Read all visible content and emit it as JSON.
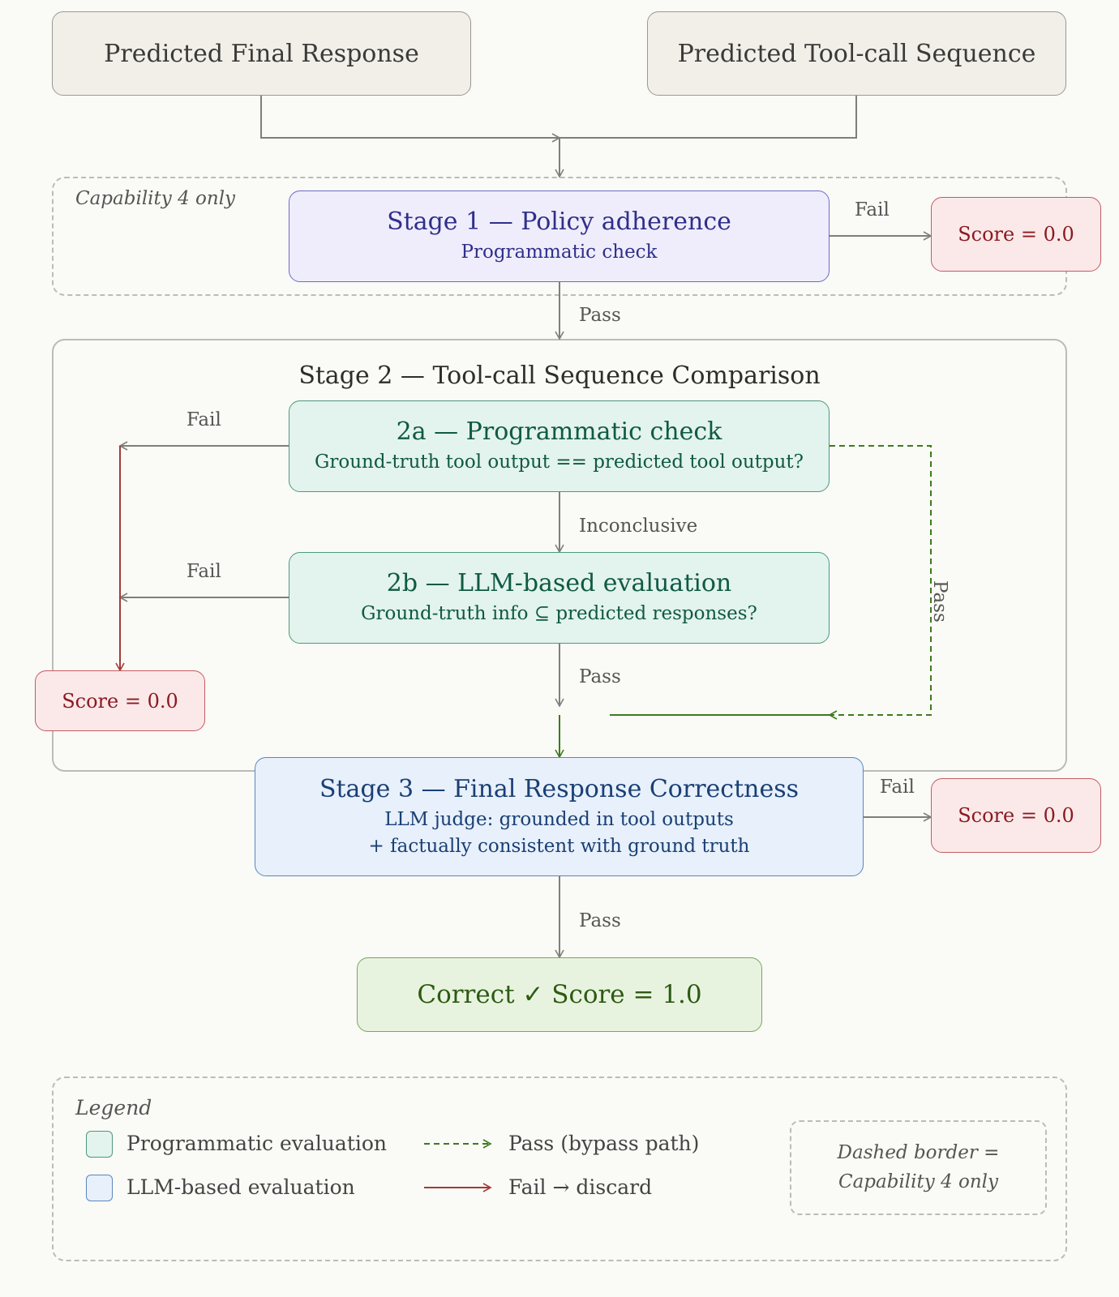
{
  "inputs": {
    "final_response": "Predicted Final Response",
    "tool_sequence": "Predicted Tool-call Sequence"
  },
  "stage1": {
    "container_note": "Capability 4 only",
    "title": "Stage 1 — Policy adherence",
    "subtitle": "Programmatic check",
    "fail_label": "Fail",
    "fail_score": "Score = 0.0",
    "pass_label": "Pass"
  },
  "stage2": {
    "title": "Stage 2 — Tool-call Sequence Comparison",
    "a_title": "2a — Programmatic check",
    "a_subtitle": "Ground-truth tool output == predicted tool output?",
    "a_fail_label": "Fail",
    "inconclusive_label": "Inconclusive",
    "bypass_label": "Pass",
    "b_title": "2b — LLM-based evaluation",
    "b_subtitle": "Ground-truth info ⊆ predicted responses?",
    "b_fail_label": "Fail",
    "b_pass_label": "Pass",
    "fail_score": "Score = 0.0"
  },
  "stage3": {
    "title": "Stage 3 — Final Response Correctness",
    "line1": "LLM judge: grounded in tool outputs",
    "line2": "+ factually consistent with ground truth",
    "fail_label": "Fail",
    "fail_score": "Score = 0.0",
    "pass_label": "Pass"
  },
  "result": {
    "label": "Correct ✓ Score = 1.0"
  },
  "legend": {
    "title": "Legend",
    "programmatic": "Programmatic evaluation",
    "llm": "LLM-based evaluation",
    "pass_bypass": "Pass (bypass path)",
    "fail_discard": "Fail → discard",
    "dashed_note_line1": "Dashed border =",
    "dashed_note_line2": "Capability 4 only"
  },
  "colors": {
    "arrow_gray": "#7f7f7a",
    "pass_green": "#3e7a1e",
    "fail_red": "#a53a3a"
  }
}
